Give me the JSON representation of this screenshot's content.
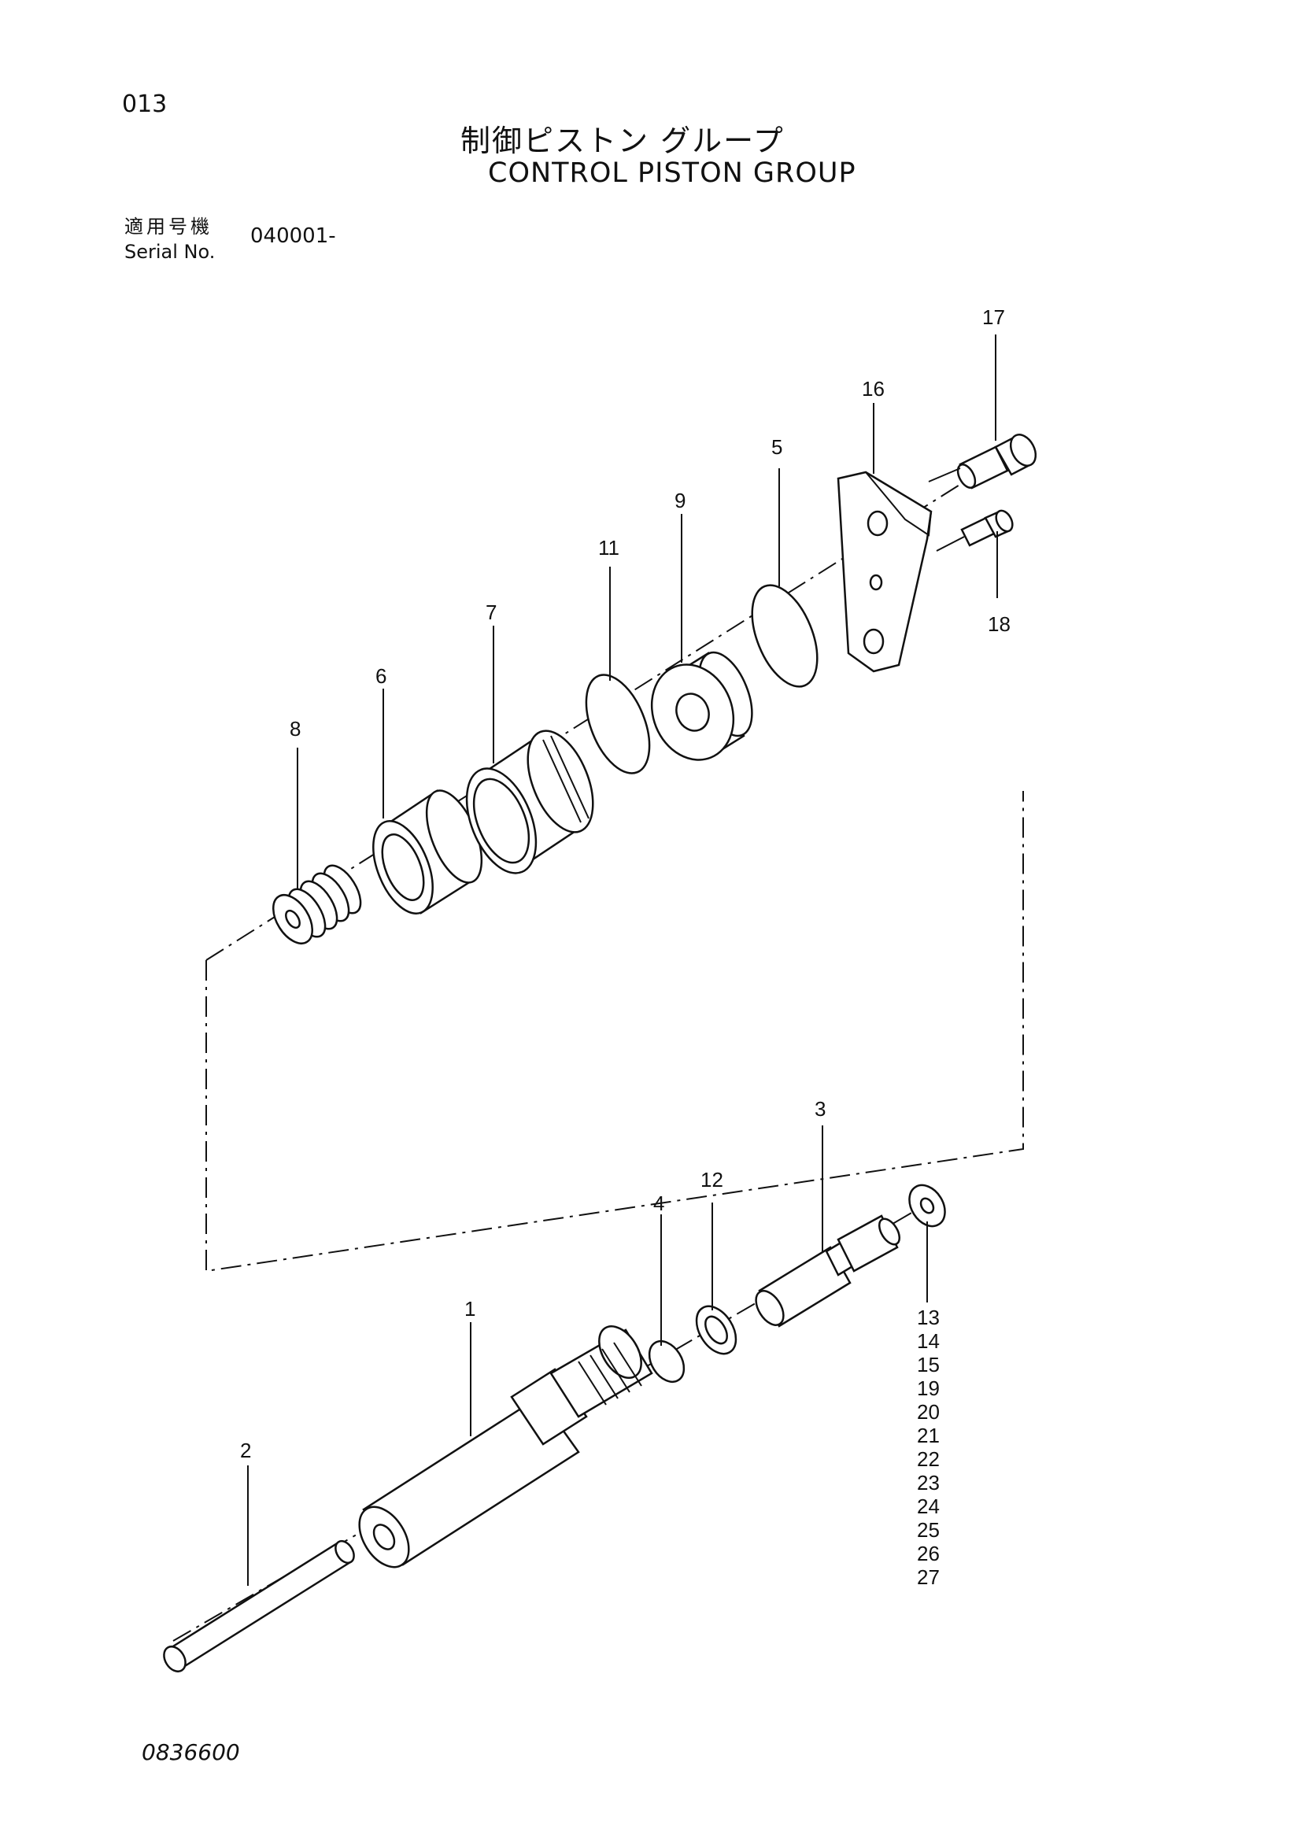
{
  "header": {
    "page_number": "013",
    "title_jp": "制御ピストン グループ",
    "title_en": "CONTROL PISTON GROUP",
    "serial_label_jp": "適用号機",
    "serial_label_en": "Serial No.",
    "serial_value": "040001-"
  },
  "callouts": {
    "c1": "1",
    "c2": "2",
    "c3": "3",
    "c4": "4",
    "c5": "5",
    "c6": "6",
    "c7": "7",
    "c8": "8",
    "c9": "9",
    "c11": "11",
    "c12": "12",
    "c16": "16",
    "c17": "17",
    "c18": "18"
  },
  "group_callouts": [
    "13",
    "14",
    "15",
    "19",
    "20",
    "21",
    "22",
    "23",
    "24",
    "25",
    "26",
    "27"
  ],
  "footer": {
    "drawing_number": "0836600"
  }
}
